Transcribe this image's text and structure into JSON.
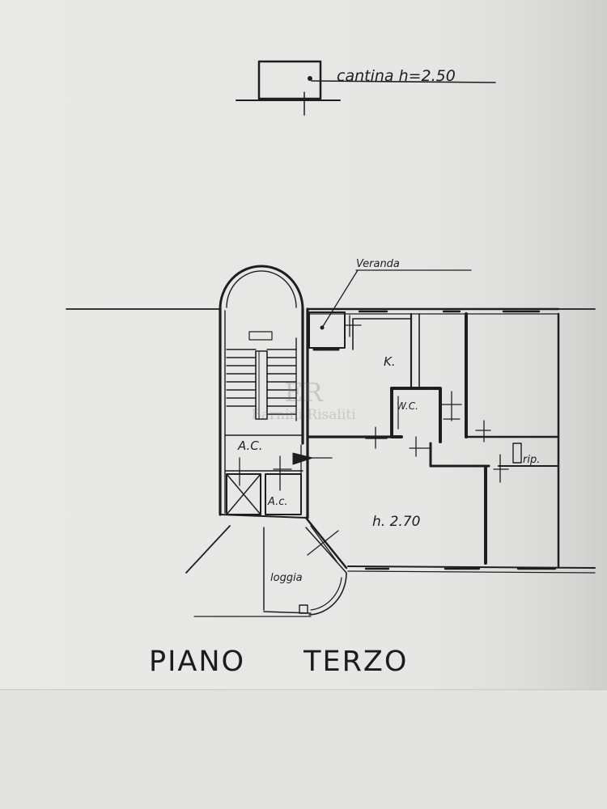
{
  "cellar_label": "cantina h=2.50",
  "rooms": {
    "veranda": "Veranda",
    "kitchen": "K.",
    "wc": "W.C.",
    "ac_large": "A.C.",
    "ac_small": "A.c.",
    "rip": "rip.",
    "height": "h. 2.70",
    "loggia": "loggia"
  },
  "watermark": {
    "logo": "ER",
    "text": "Barnini Risaliti"
  },
  "title": {
    "word1": "PIANO",
    "word2": "TERZO"
  }
}
